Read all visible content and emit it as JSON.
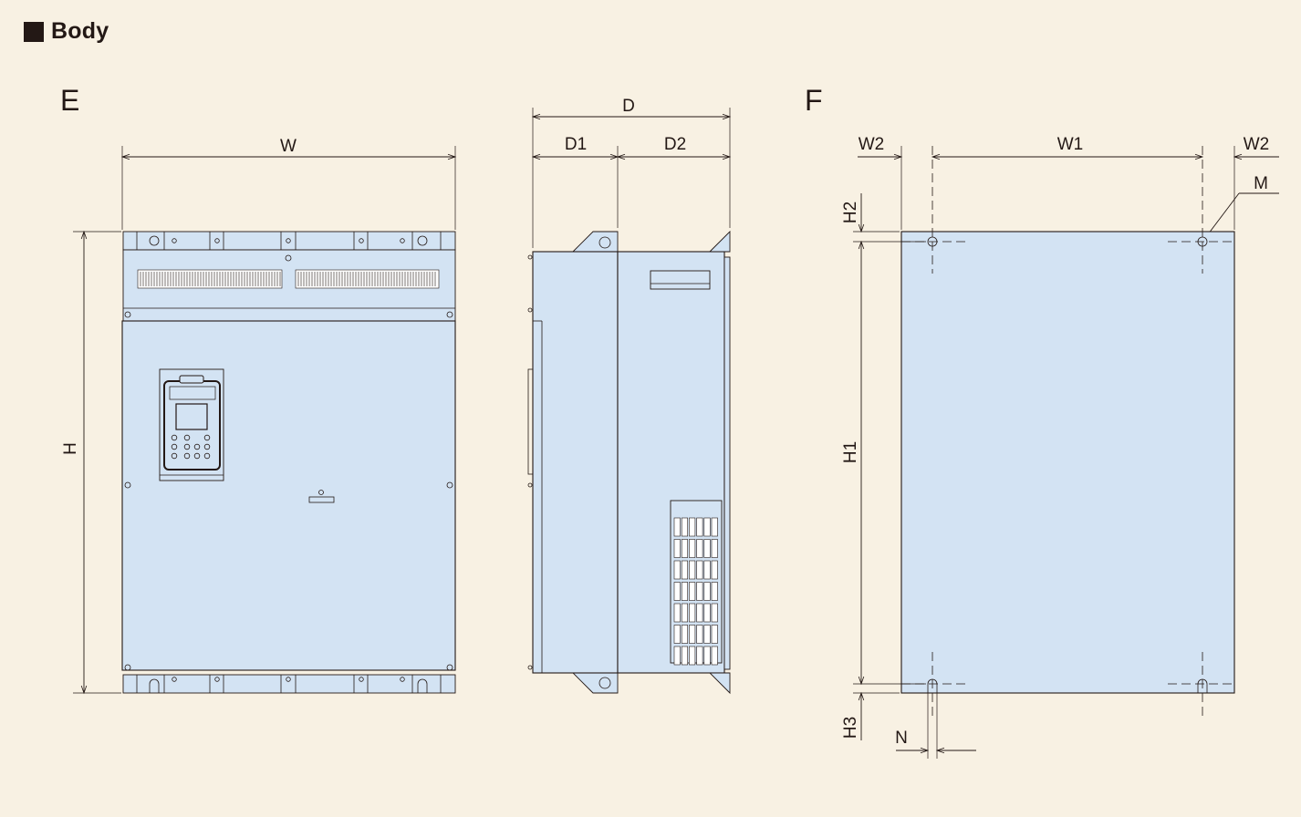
{
  "heading": {
    "title": "Body"
  },
  "views": {
    "front": {
      "label": "E"
    },
    "mounting": {
      "label": "F"
    }
  },
  "dimensions": {
    "width": "W",
    "height": "H",
    "depth": "D",
    "depth_front": "D1",
    "depth_rear": "D2",
    "mount_side_margin_left": "W2",
    "mount_pitch_width": "W1",
    "mount_side_margin_right": "W2",
    "mount_hole": "M",
    "mount_top_margin": "H2",
    "mount_pitch_height": "H1",
    "mount_bottom_margin": "H3",
    "slot_width": "N"
  },
  "colors": {
    "background": "#f8f1e3",
    "body_fill": "#d3e3f3",
    "line": "#231815"
  }
}
